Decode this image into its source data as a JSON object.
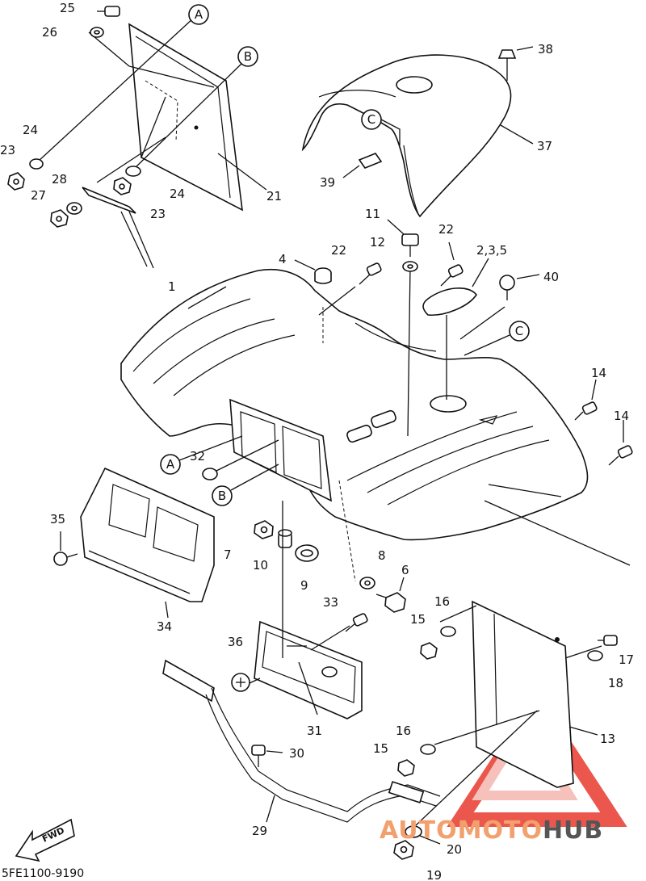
{
  "diagram": {
    "code": "5FE1100-9190",
    "fwd_label": "FWD",
    "watermark": {
      "auto": "AUTO",
      "moto": "MOTO",
      "hub": "HUB",
      "triangle_color": "#e83a2e",
      "auto_color": "#f2a06d",
      "hub_color": "#555555"
    },
    "refs": {
      "A": "A",
      "B": "B",
      "C": "C"
    },
    "callouts": {
      "p1": "1",
      "p235": "2,3,5",
      "p4": "4",
      "p6": "6",
      "p7": "7",
      "p8": "8",
      "p9": "9",
      "p10": "10",
      "p11": "11",
      "p12": "12",
      "p13": "13",
      "p14a": "14",
      "p14b": "14",
      "p15a": "15",
      "p15b": "15",
      "p16a": "16",
      "p16b": "16",
      "p17": "17",
      "p18": "18",
      "p19": "19",
      "p20": "20",
      "p21": "21",
      "p22a": "22",
      "p22b": "22",
      "p23a": "23",
      "p23b": "23",
      "p24a": "24",
      "p24b": "24",
      "p25": "25",
      "p26": "26",
      "p27": "27",
      "p28": "28",
      "p29": "29",
      "p30": "30",
      "p31": "31",
      "p32": "32",
      "p33": "33",
      "p34": "34",
      "p35": "35",
      "p36": "36",
      "p37": "37",
      "p38": "38",
      "p39": "39",
      "p40": "40"
    }
  }
}
